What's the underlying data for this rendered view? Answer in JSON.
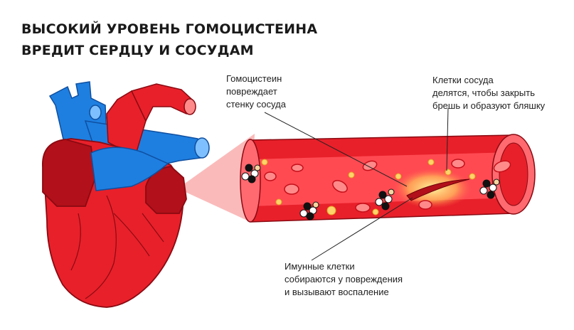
{
  "title": {
    "line1": "ВЫСОКИЙ УРОВЕНЬ ГОМОЦИСТЕИНА",
    "line2": "ВРЕДИТ СЕРДЦУ И СОСУДАМ"
  },
  "annotations": {
    "homocysteine": [
      "Гомоцистеин",
      "повреждает",
      "стенку сосуда"
    ],
    "vessel_cells": [
      "Клетки сосуда",
      "делятся, чтобы закрыть",
      "брешь и образуют бляшку"
    ],
    "immune_cells": [
      "Имунные клетки",
      "собираются у повреждения",
      "и вызывают воспаление"
    ]
  },
  "colors": {
    "heart_red": "#e8202a",
    "heart_dark": "#b2101a",
    "vessel_blue": "#1e7fe0",
    "vessel_light": "#ff4a52",
    "platelet_yellow": "#ffd36a"
  }
}
